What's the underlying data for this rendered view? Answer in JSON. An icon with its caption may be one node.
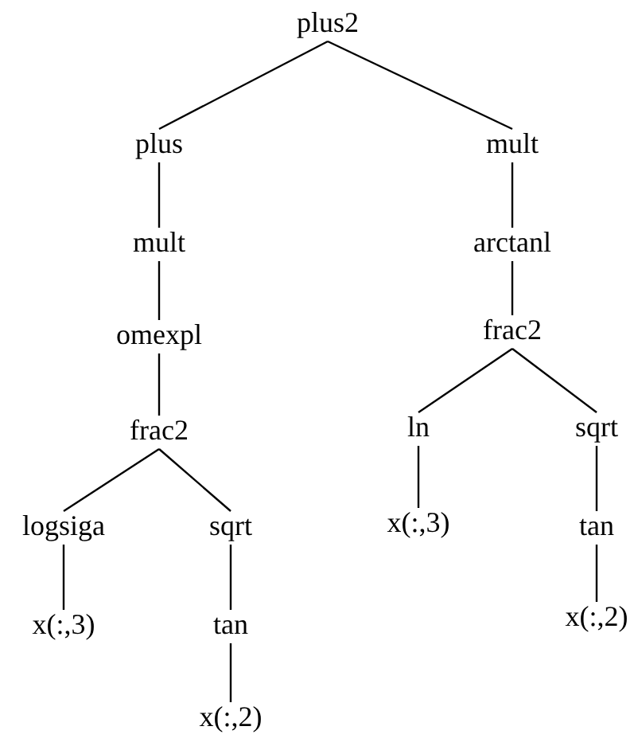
{
  "diagram": {
    "nodes": [
      {
        "text": [
          "plus2"
        ]
      },
      {
        "text": [
          "plus"
        ]
      },
      {
        "text": [
          "mult"
        ]
      },
      {
        "text": [
          "omexpl"
        ]
      },
      {
        "text": [
          "frac2"
        ]
      },
      {
        "text": [
          "logsiga"
        ]
      },
      {
        "text": [
          "x(:,3)"
        ]
      },
      {
        "text": [
          "sqrt"
        ]
      },
      {
        "text": [
          "tan"
        ]
      },
      {
        "text": [
          "x(:,2)"
        ]
      },
      {
        "text": [
          "mult"
        ]
      },
      {
        "text": [
          "arctanl"
        ]
      },
      {
        "text": [
          "frac2"
        ]
      },
      {
        "text": [
          "ln"
        ]
      },
      {
        "text": [
          "x(:,3)"
        ]
      },
      {
        "text": [
          "sqrt"
        ]
      },
      {
        "text": [
          "tan"
        ]
      },
      {
        "text": [
          "x(:,2)"
        ]
      }
    ],
    "edges": [
      {
        "from": 0,
        "to": 1,
        "arrow": "none"
      },
      {
        "from": 0,
        "to": 10,
        "arrow": "none"
      },
      {
        "from": 1,
        "to": 2,
        "arrow": "none"
      },
      {
        "from": 2,
        "to": 3,
        "arrow": "none"
      },
      {
        "from": 3,
        "to": 4,
        "arrow": "none"
      },
      {
        "from": 4,
        "to": 5,
        "arrow": "none"
      },
      {
        "from": 4,
        "to": 7,
        "arrow": "none"
      },
      {
        "from": 5,
        "to": 6,
        "arrow": "none"
      },
      {
        "from": 7,
        "to": 8,
        "arrow": "none"
      },
      {
        "from": 8,
        "to": 9,
        "arrow": "none"
      },
      {
        "from": 10,
        "to": 11,
        "arrow": "none"
      },
      {
        "from": 11,
        "to": 12,
        "arrow": "none"
      },
      {
        "from": 12,
        "to": 13,
        "arrow": "none"
      },
      {
        "from": 12,
        "to": 15,
        "arrow": "none"
      },
      {
        "from": 13,
        "to": 14,
        "arrow": "none"
      },
      {
        "from": 15,
        "to": 16,
        "arrow": "none"
      },
      {
        "from": 16,
        "to": 17,
        "arrow": "none"
      }
    ]
  }
}
